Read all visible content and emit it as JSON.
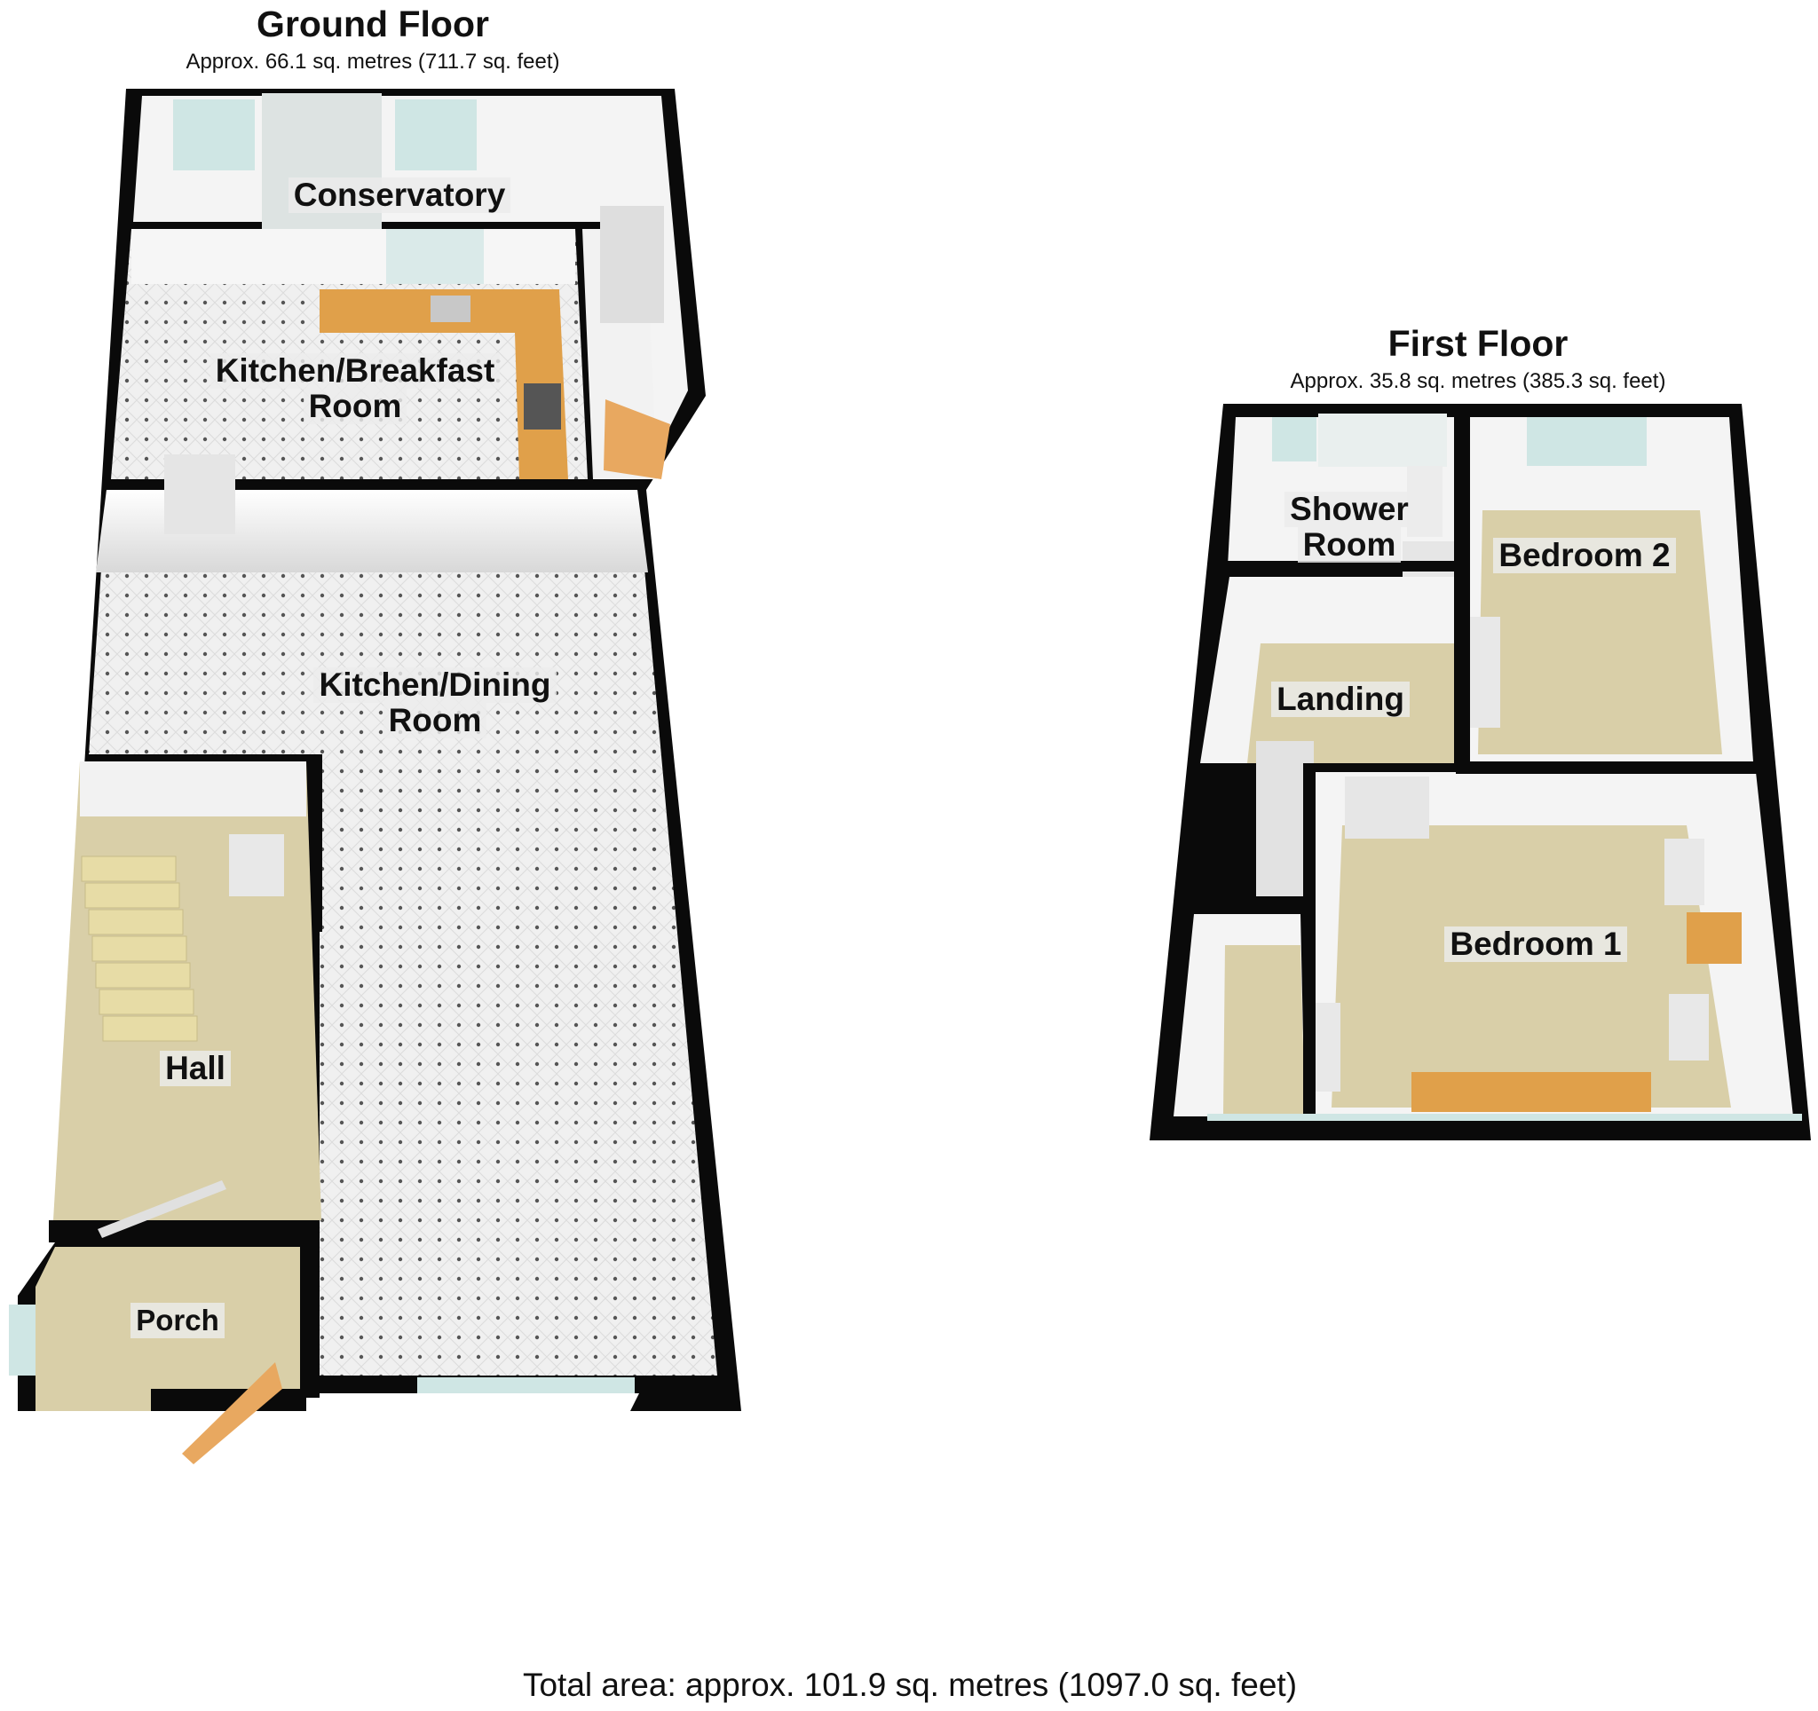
{
  "ground_floor": {
    "title": "Ground Floor",
    "area": "Approx. 66.1 sq. metres (711.7 sq. feet)",
    "rooms": {
      "conservatory": "Conservatory",
      "kitchen_breakfast_line1": "Kitchen/Breakfast",
      "kitchen_breakfast_line2": "Room",
      "kitchen_dining_line1": "Kitchen/Dining",
      "kitchen_dining_line2": "Room",
      "hall": "Hall",
      "porch": "Porch"
    }
  },
  "first_floor": {
    "title": "First Floor",
    "area": "Approx. 35.8 sq. metres (385.3 sq. feet)",
    "rooms": {
      "shower_line1": "Shower",
      "shower_line2": "Room",
      "bedroom2": "Bedroom 2",
      "landing": "Landing",
      "bedroom1": "Bedroom 1"
    }
  },
  "total_area": "Total area: approx. 101.9 sq. metres (1097.0 sq. feet)",
  "colors": {
    "wall": "#0a0a0a",
    "wall_inner": "#f2f2f2",
    "tile_floor": "#eeeeee",
    "carpet": "#d9cfa8",
    "worktop": "#e0a04a",
    "glass": "#cfe6e4",
    "door_wood": "#e8a860"
  }
}
